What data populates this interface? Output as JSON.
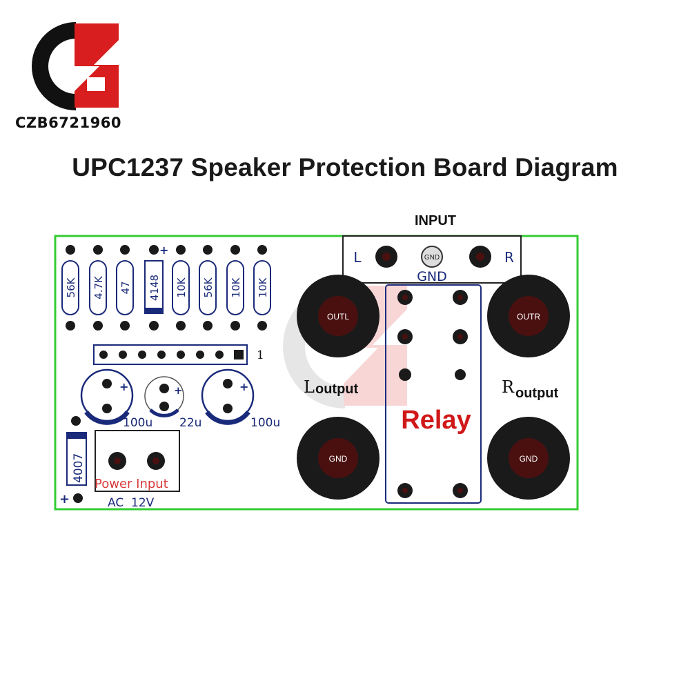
{
  "brand": {
    "watermark_text": "CZB6721960"
  },
  "title": "UPC1237 Speaker Protection Board Diagram",
  "board": {
    "input_header": "INPUT",
    "input_left": "L",
    "input_gnd_pad": "GND",
    "input_right": "R",
    "input_gnd_label": "GND",
    "resistors": [
      "56K",
      "4.7K",
      "47",
      "4148",
      "10K",
      "56K",
      "10K",
      "10K"
    ],
    "pin_header_marker": "1",
    "caps": [
      {
        "value": "100u"
      },
      {
        "value": "22u"
      },
      {
        "value": "100u"
      }
    ],
    "diode": "4007",
    "power_label": "Power Input",
    "power_spec": "AC  12V",
    "plus_sign": "+",
    "outl": "OUTL",
    "outr": "OUTR",
    "gnd_left": "GND",
    "gnd_right": "GND",
    "l_output_prefix": "L",
    "l_output_word": "output",
    "r_output_prefix": "R",
    "r_output_word": "output",
    "relay": "Relay"
  },
  "colors": {
    "board_border": "#33cc33",
    "pad": "#1a1a1a",
    "pad_center": "#4a1010",
    "relay_text": "#d01818",
    "outline_blue": "#1a2a7a",
    "power_text": "#d83a3a",
    "logo_red": "#d81e1e"
  }
}
